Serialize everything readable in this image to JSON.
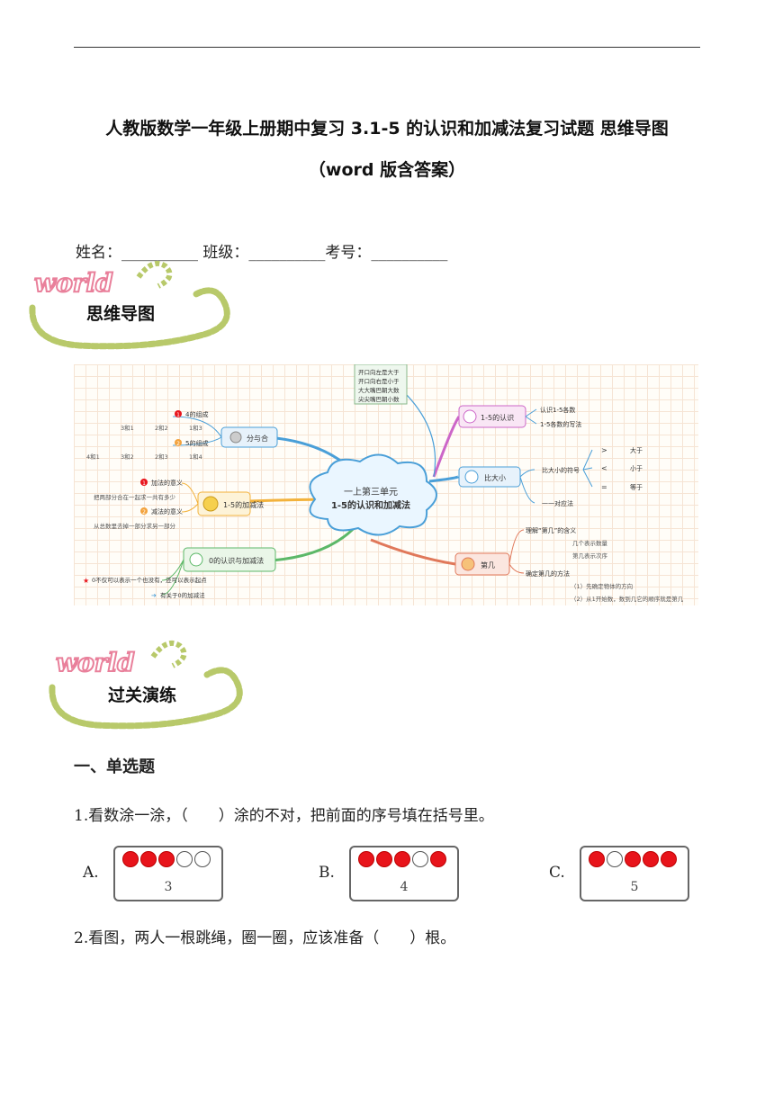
{
  "document": {
    "title_line1": "人教版数学一年级上册期中复习 3.1-5 的认识和加减法复习试题 思维导图",
    "title_line2": "（word 版含答案）",
    "info_line": "姓名：__________ 班级：__________考号：__________"
  },
  "badges": [
    {
      "logo_text": "world",
      "label": "思维导图"
    },
    {
      "logo_text": "world",
      "label": "过关演练"
    }
  ],
  "mindmap": {
    "center_line1": "一上第三单元",
    "center_line2": "1-5的认识和加减法",
    "top_note": [
      "开口向左是大于",
      "开口向右是小于",
      "大大嘴巴朝大数",
      "尖尖嘴巴朝小数"
    ],
    "branch_recog": {
      "label": "1-5的认识",
      "items": [
        "认识1-5各数",
        "1-5各数的写法"
      ]
    },
    "branch_compare": {
      "label": "比大小",
      "sub1": "比大小的符号",
      "symbols": [
        ">",
        "<",
        "="
      ],
      "meanings": [
        "大于",
        "小于",
        "等于"
      ],
      "sub2": "一一对应法"
    },
    "branch_order": {
      "label": "第几",
      "sub1": "理解“第几”的含义",
      "sub1_items": [
        "几个表示数量",
        "第几表示次序"
      ],
      "sub2": "确定第几的方法",
      "sub2_items": [
        "（1）先确定物体的方向",
        "（2）从1开始数，数到几它的顺序就是第几"
      ]
    },
    "branch_split": {
      "label": "分与合",
      "sub1": "4的组成",
      "row1": [
        "3和1",
        "2和2",
        "1和3"
      ],
      "sub2": "5的组成",
      "row2": [
        "4和1",
        "3和2",
        "2和3",
        "1和4"
      ],
      "badge1": "1",
      "badge2": "2"
    },
    "branch_addsub": {
      "label": "1-5的加减法",
      "sub1": "加法的意义",
      "sub1_text": "把两部分合在一起求一共有多少",
      "sub2": "减法的意义",
      "sub2_text": "从总数里去掉一部分求另一部分",
      "badge1": "1",
      "badge2": "2"
    },
    "branch_zero": {
      "label": "0的认识与加减法",
      "item1": "0不仅可以表示一个也没有，还可以表示起点",
      "item2": "有关于0的加减法"
    }
  },
  "section_heading": "一、单选题",
  "questions": [
    {
      "text": "1.看数涂一涂，（　　）涂的不对，把前面的序号填在括号里。"
    },
    {
      "text": "2.看图，两人一根跳绳，圈一圈，应该准备（　　）根。"
    }
  ],
  "options": [
    {
      "letter": "A.",
      "number": "3",
      "dots": [
        "red",
        "red",
        "red",
        "white",
        "white"
      ]
    },
    {
      "letter": "B.",
      "number": "4",
      "dots": [
        "red",
        "red",
        "red",
        "white",
        "red"
      ]
    },
    {
      "letter": "C.",
      "number": "5",
      "dots": [
        "red",
        "white",
        "red",
        "red",
        "red"
      ]
    }
  ],
  "colors": {
    "dot_red": "#e8141b",
    "badge_green": "#b8c96a",
    "badge_pink": "#e9809b"
  }
}
